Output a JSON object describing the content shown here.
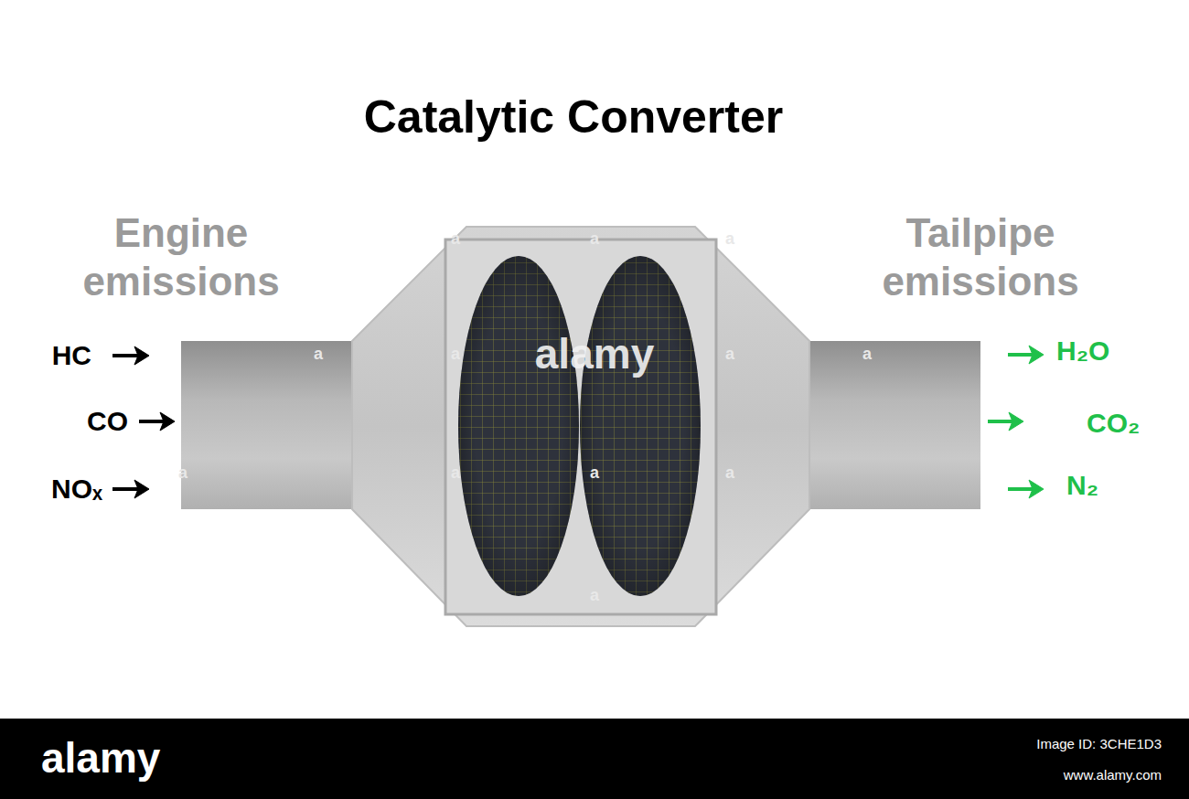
{
  "diagram": {
    "title": "Catalytic Converter",
    "labels": [
      "Engine emissions",
      "Tailpipe emissions",
      "HC",
      "CO",
      "NOₓ",
      "H₂O",
      "CO₂",
      "N₂",
      "alamy",
      "a",
      "a",
      "a",
      "a",
      "a",
      "a",
      "a",
      "a",
      "a",
      "a",
      "a",
      "a",
      "alamy",
      "Image ID: 3CHE1D3",
      "www.alamy.com"
    ]
  }
}
